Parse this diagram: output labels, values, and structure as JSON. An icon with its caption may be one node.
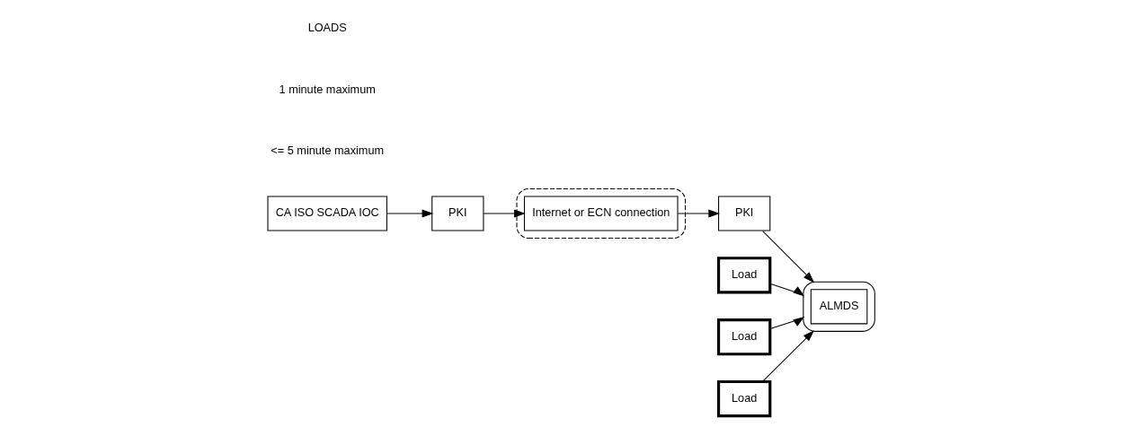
{
  "diagram": {
    "nodes": [
      {
        "text": [
          "CA ISO SCADA IOC"
        ]
      },
      {
        "text": [
          "PKI"
        ]
      },
      {
        "text": [],
        "shape": "cloud"
      },
      {
        "text": [
          "Internet or ECN connection"
        ],
        "in": 2
      },
      {
        "text": [
          "PKI"
        ]
      },
      {
        "text": [],
        "shape": "ellipse"
      },
      {
        "text": [
          "ALMDS"
        ],
        "in": 5
      },
      {
        "text": [
          "Load"
        ]
      },
      {
        "text": [
          "Load"
        ]
      },
      {
        "text": [
          "Load"
        ]
      }
    ],
    "edges": [
      {
        "from": 0,
        "to": 1,
        "arrow": "to"
      },
      {
        "from": 1,
        "to": 3,
        "arrow": "to"
      },
      {
        "from": 3,
        "to": 4,
        "arrow": "to"
      },
      {
        "from": 4,
        "to": 5,
        "arrow": "to"
      },
      {
        "from": 7,
        "to": 5,
        "arrow": "to"
      },
      {
        "from": 8,
        "to": 5,
        "arrow": "to"
      },
      {
        "from": 9,
        "to": 5,
        "arrow": "to"
      }
    ],
    "labels": [
      "<= 5 minute maximum",
      "1 minute maximum",
      "LOADS"
    ]
  }
}
